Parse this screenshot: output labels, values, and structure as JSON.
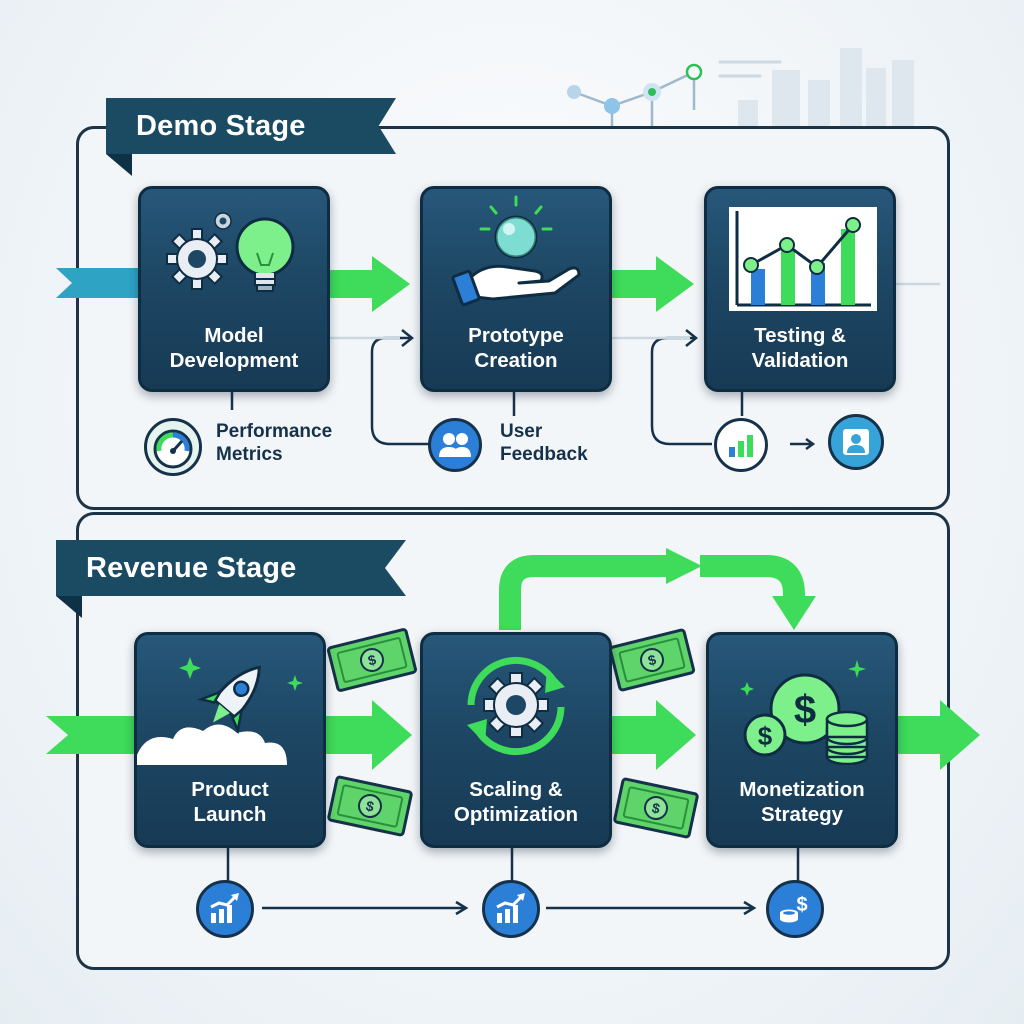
{
  "demo_stage": {
    "title": "Demo Stage",
    "steps": [
      {
        "line1": "Model",
        "line2": "Development",
        "icon": "gear-lightbulb-icon"
      },
      {
        "line1": "Prototype",
        "line2": "Creation",
        "icon": "hand-orb-icon"
      },
      {
        "line1": "Testing &",
        "line2": "Validation",
        "icon": "chart-icon"
      }
    ],
    "annotations": {
      "performance": {
        "line1": "Performance",
        "line2": "Metrics",
        "icon": "gauge-icon"
      },
      "feedback": {
        "line1": "User",
        "line2": "Feedback",
        "icon": "users-icon"
      },
      "validation_chart_icon": "bar-chart-icon",
      "validation_user_icon": "user-icon"
    }
  },
  "revenue_stage": {
    "title": "Revenue Stage",
    "steps": [
      {
        "line1": "Product",
        "line2": "Launch",
        "icon": "rocket-icon"
      },
      {
        "line1": "Scaling &",
        "line2": "Optimization",
        "icon": "gear-cycle-icon"
      },
      {
        "line1": "Monetization",
        "line2": "Strategy",
        "icon": "coins-icon"
      }
    ],
    "nodes": [
      "growth-chart-icon",
      "growth-chart-icon",
      "dollar-coins-icon"
    ]
  },
  "colors": {
    "navy": "#16324a",
    "card": "#1d4764",
    "green": "#3fdb5a",
    "blue": "#2b7fd6",
    "panel_border": "#1d3446"
  }
}
